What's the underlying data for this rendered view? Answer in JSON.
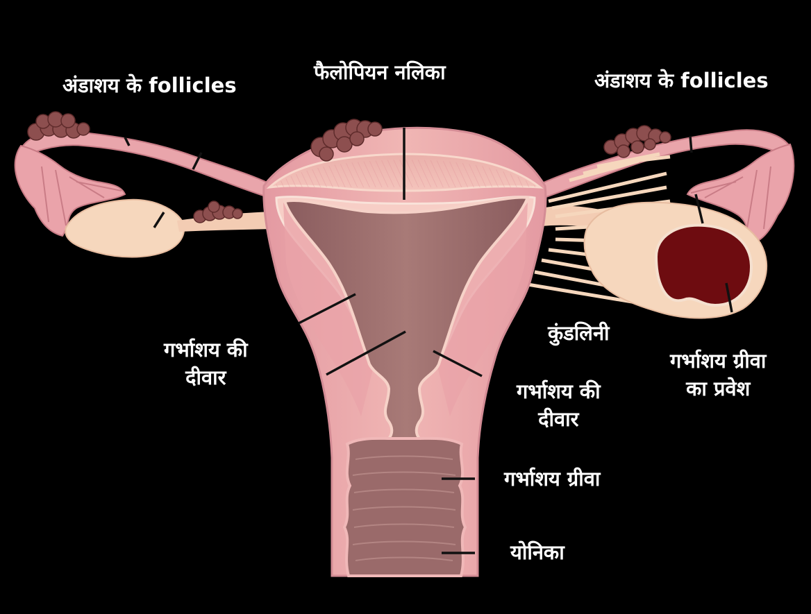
{
  "labels": {
    "follicles_left": "अंडाशय के follicles",
    "fallopian_tube": "फैलोपियन नलिका",
    "follicles_right": "अंडाशय के follicles",
    "uterine_wall_left": [
      "गर्भाशय की",
      "दीवार"
    ],
    "kundalini": "कुंडलिनी",
    "cervix_entrance": [
      "गर्भाशय ग्रीवा",
      "का प्रवेश"
    ],
    "uterine_wall_right": [
      "गर्भाशय की",
      "दीवार"
    ],
    "cervix": "गर्भाशय ग्रीवा",
    "vagina": "योनिका"
  },
  "colors": {
    "background": "#000000",
    "tissue_pink": "#e9a9ad",
    "tissue_light": "#f5c7c3",
    "tissue_edge": "#c97c86",
    "ovary_cream": "#f6d7bd",
    "cavity_mauve": "#9a6a6a",
    "follicle_brown": "#8d4f4f",
    "cyst_dark": "#6e0c10",
    "label_text": "#ffffff",
    "leader_line": "#111111"
  }
}
